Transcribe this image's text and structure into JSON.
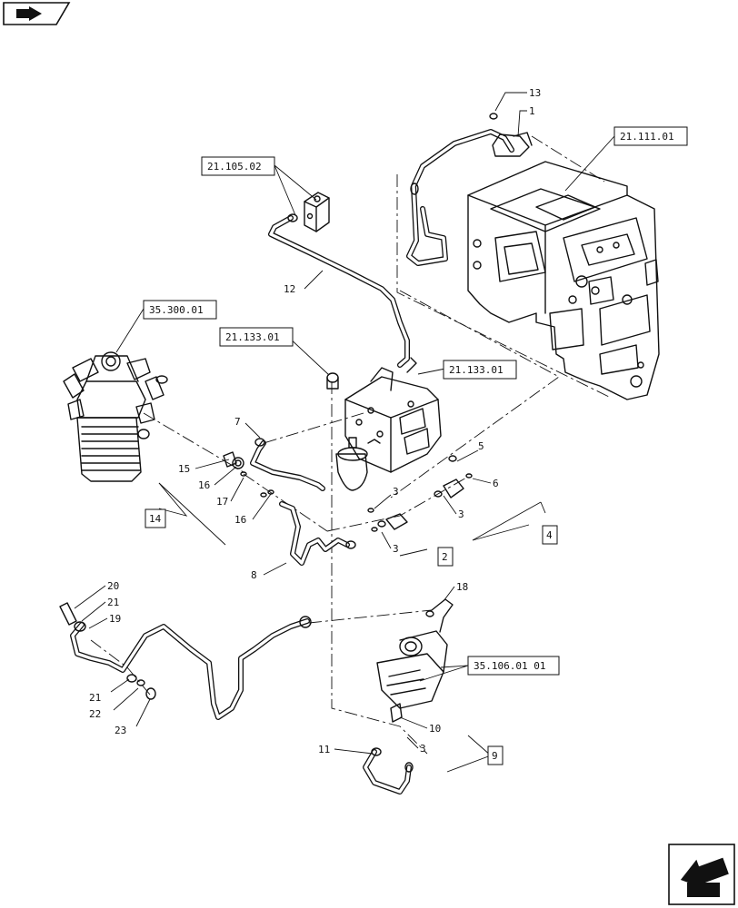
{
  "refs": {
    "r1": "21.111.01",
    "r2": "21.105.02",
    "r3": "35.300.01",
    "r4": "21.133.01",
    "r5": "21.133.01",
    "r6": "35.106.01 01"
  },
  "items": {
    "i1": "1",
    "i2": "2",
    "i3": "3",
    "i3b": "3",
    "i3c": "3",
    "i3d": "3",
    "i4": "4",
    "i5": "5",
    "i6": "6",
    "i7": "7",
    "i8": "8",
    "i9": "9",
    "i10": "10",
    "i11": "11",
    "i12": "12",
    "i13": "13",
    "i14": "14",
    "i15": "15",
    "i16": "16",
    "i16b": "16",
    "i17": "17",
    "i18": "18",
    "i19": "19",
    "i20": "20",
    "i21": "21",
    "i21b": "21",
    "i22": "22",
    "i23": "23"
  },
  "icons": {
    "top": "book-with-arrow-icon",
    "bottom": "next-page-arrow-icon"
  }
}
